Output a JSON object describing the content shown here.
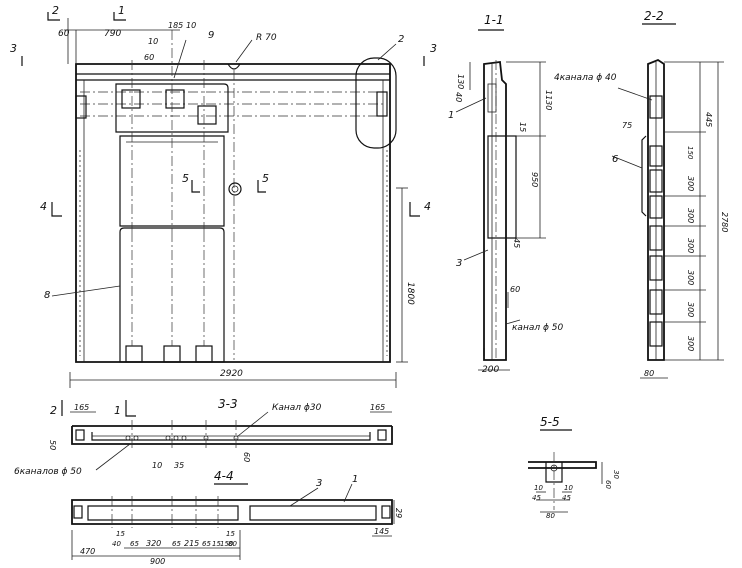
{
  "sections": {
    "s11": "1-1",
    "s22": "2-2",
    "s33": "3-3",
    "s44": "4-4",
    "s55": "5-5"
  },
  "cut_marks": {
    "c1": "1",
    "c2": "2",
    "c3": "3",
    "c4": "4",
    "c5": "5"
  },
  "callouts": {
    "n1": "1",
    "n2": "2",
    "n3": "3",
    "n6": "6",
    "n8": "8",
    "n9": "9"
  },
  "labels": {
    "radius": "R 70",
    "channel_50": "канал ϕ 50",
    "channels_4x40": "4канала ϕ 40",
    "channel_30": "Канал ϕ30",
    "channels_6x50": "6каналов ϕ 50"
  },
  "dims": {
    "plan_60": "60",
    "plan_790": "790",
    "plan_10a": "10",
    "plan_185": "185",
    "plan_10b": "10",
    "plan_60b": "60",
    "plan_2920": "2920",
    "plan_1800": "1800",
    "s11_130a": "130",
    "s11_40": "40",
    "s11_1130": "1130",
    "s11_15": "15",
    "s11_950": "950",
    "s11_45": "45",
    "s11_60": "60",
    "s11_200": "200",
    "s22_445": "445",
    "s22_75": "75",
    "s22_150": "150",
    "s22_300a": "300",
    "s22_300b": "300",
    "s22_2780": "2780",
    "s22_300c": "300",
    "s22_300d": "300",
    "s22_300e": "300",
    "s22_300f": "300",
    "s22_80": "80",
    "s33_165l": "165",
    "s33_165r": "165",
    "s33_50": "50",
    "s33_10": "10",
    "s33_35": "35",
    "s33_60": "60",
    "s44_15a": "15",
    "s44_40": "40",
    "s44_65": "65",
    "s44_320": "320",
    "s44_65b": "65",
    "s44_215": "215",
    "s44_65c": "65",
    "s44_15b": "15",
    "s44_150": "150",
    "s44_80": "80",
    "s44_15c": "15",
    "s44_470": "470",
    "s44_900": "900",
    "s44_145": "145",
    "s44_29": "29",
    "s55_10": "10",
    "s55_10b": "10",
    "s55_45a": "45",
    "s55_45b": "45",
    "s55_80": "80",
    "s55_60": "60",
    "s55_30": "30"
  }
}
